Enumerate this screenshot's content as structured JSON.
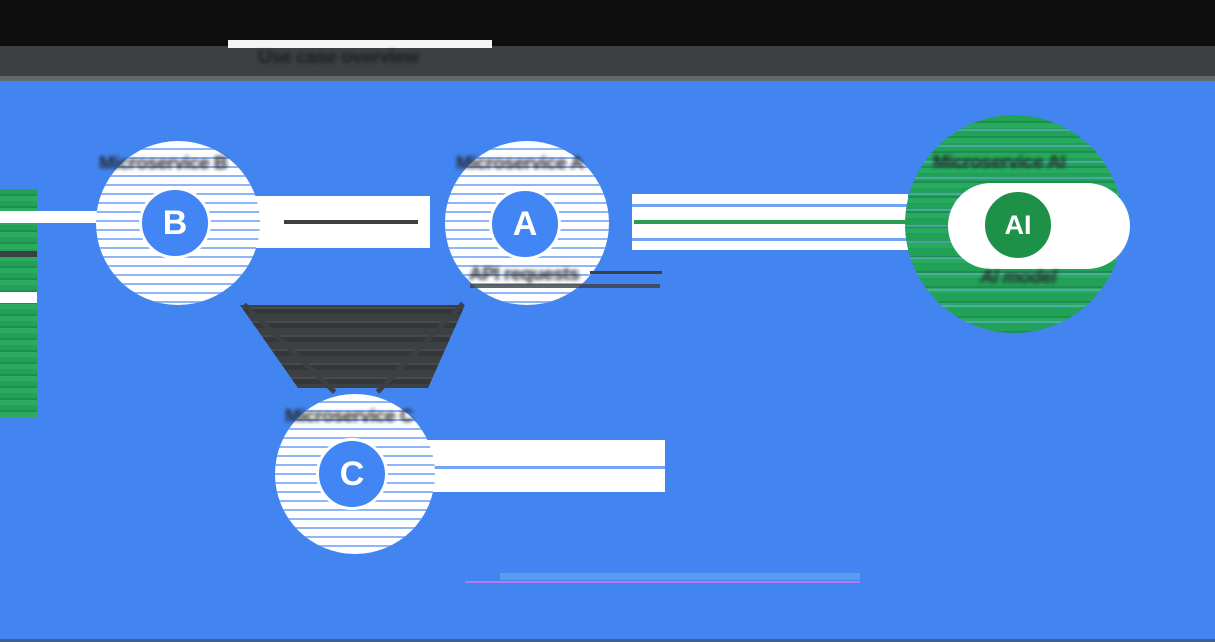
{
  "header": {
    "title": "Use case overview"
  },
  "nodes": {
    "b": {
      "letter": "B",
      "label": "Microservice B"
    },
    "a": {
      "letter": "A",
      "label": "Microservice A",
      "sublabel": "API requests"
    },
    "c": {
      "letter": "C",
      "label": "Microservice C"
    },
    "ai": {
      "letter": "AI",
      "label": "Microservice AI",
      "sublabel": "AI model"
    }
  },
  "edges": {
    "b_to_a": {
      "style": "dark gray line"
    },
    "a_to_ai": {
      "style": "green line"
    },
    "b_to_c": {
      "style": "dark diagonal"
    },
    "a_to_c": {
      "style": "dark diagonal"
    }
  },
  "colors": {
    "background_blue": "#4385F0",
    "node_blue": "#4285F4",
    "node_green": "#1E9148",
    "stripe_green": "#22A257",
    "edge_dark": "#3C4043",
    "edge_green": "#2B9D52",
    "header_black": "#0E0E0E",
    "header_gray": "#3D4043",
    "text_dark": "#24272A"
  }
}
